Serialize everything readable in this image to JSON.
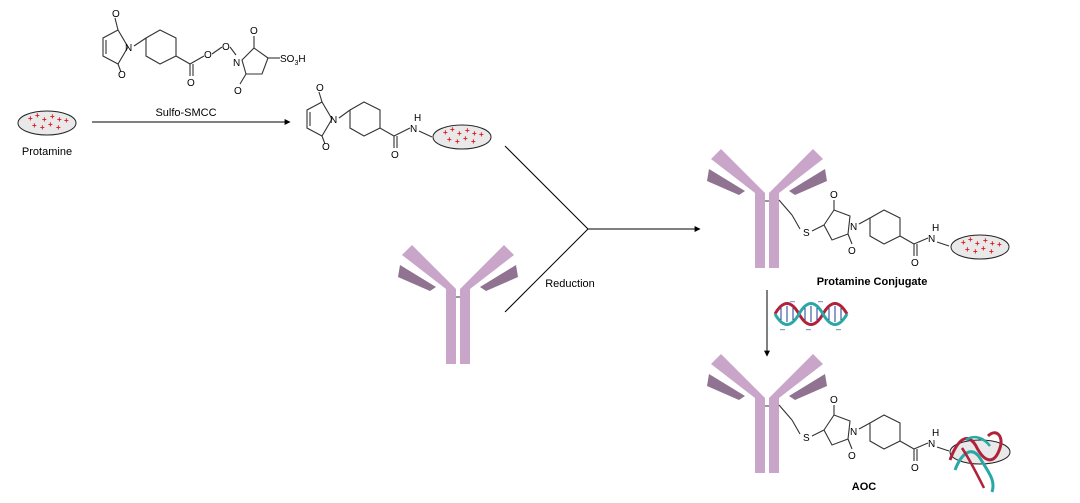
{
  "reagent": {
    "name": "Sulfo-SMCC",
    "atoms": {
      "O": "O",
      "N": "N",
      "S": "S",
      "H": "H",
      "NH": "N",
      "SO3H": [
        "SO",
        "3",
        "H"
      ]
    }
  },
  "labels": {
    "protamine": "Protamine",
    "reduction": "Reduction",
    "conjugate": "Protamine Conjugate",
    "aoc": "AOC"
  },
  "colors": {
    "antibody_light": "#c9a5c9",
    "antibody_dark": "#8f7390",
    "charge": "#e0151b",
    "dna_red": "#b0223a",
    "dna_teal": "#2aa7a7",
    "dna_blue": "#1b3d8f",
    "line": "#000000"
  }
}
